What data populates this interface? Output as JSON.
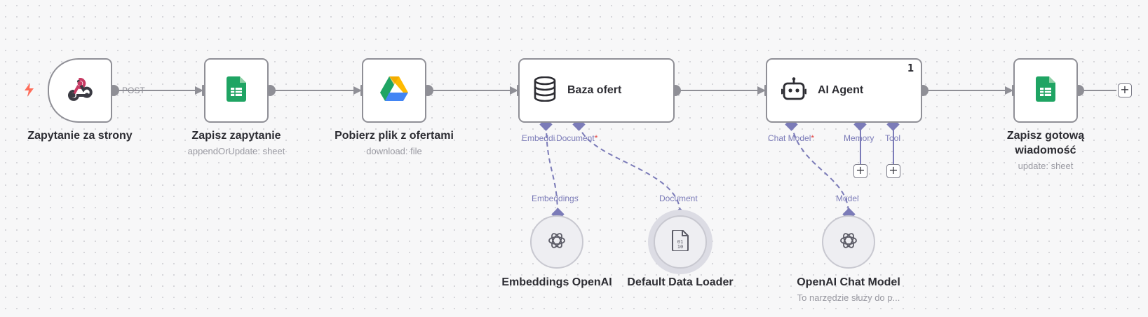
{
  "nodes": {
    "webhook": {
      "label": "Zapytanie za strony",
      "icon": "webhook-icon",
      "connection_label": "POST"
    },
    "save_request": {
      "label": "Zapisz zapytanie",
      "sublabel": "appendOrUpdate: sheet",
      "icon": "google-sheets-icon"
    },
    "download_file": {
      "label": "Pobierz plik z ofertami",
      "sublabel": "download: file",
      "icon": "google-drive-icon"
    },
    "offers_db": {
      "label": "Baza ofert",
      "icon": "database-icon",
      "ports": {
        "embedding": "Embeddi",
        "document": "Document",
        "required_mark": "*"
      }
    },
    "ai_agent": {
      "label": "AI Agent",
      "icon": "robot-icon",
      "badge": "1",
      "ports": {
        "chat_model": "Chat Model",
        "required_mark": "*",
        "memory": "Memory",
        "tool": "Tool"
      }
    },
    "save_message": {
      "label_line1": "Zapisz gotową",
      "label_line2": "wiadomość",
      "sublabel": "update: sheet",
      "icon": "google-sheets-icon"
    },
    "embeddings_openai": {
      "label": "Embeddings OpenAI",
      "port": "Embeddings",
      "icon": "openai-icon"
    },
    "data_loader": {
      "label": "Default Data Loader",
      "port": "Document",
      "icon": "document-binary-icon"
    },
    "openai_chat": {
      "label": "OpenAI Chat Model",
      "sublabel": "To narzędzie służy do p...",
      "port": "Model",
      "icon": "openai-icon"
    }
  },
  "add_button": "+",
  "colors": {
    "wire": "#8f8f96",
    "ai_wire": "#7b7bb8",
    "node_border": "#8f8f96",
    "trigger_bolt": "#ff6d5a",
    "sheets_green": "#1fa463"
  }
}
